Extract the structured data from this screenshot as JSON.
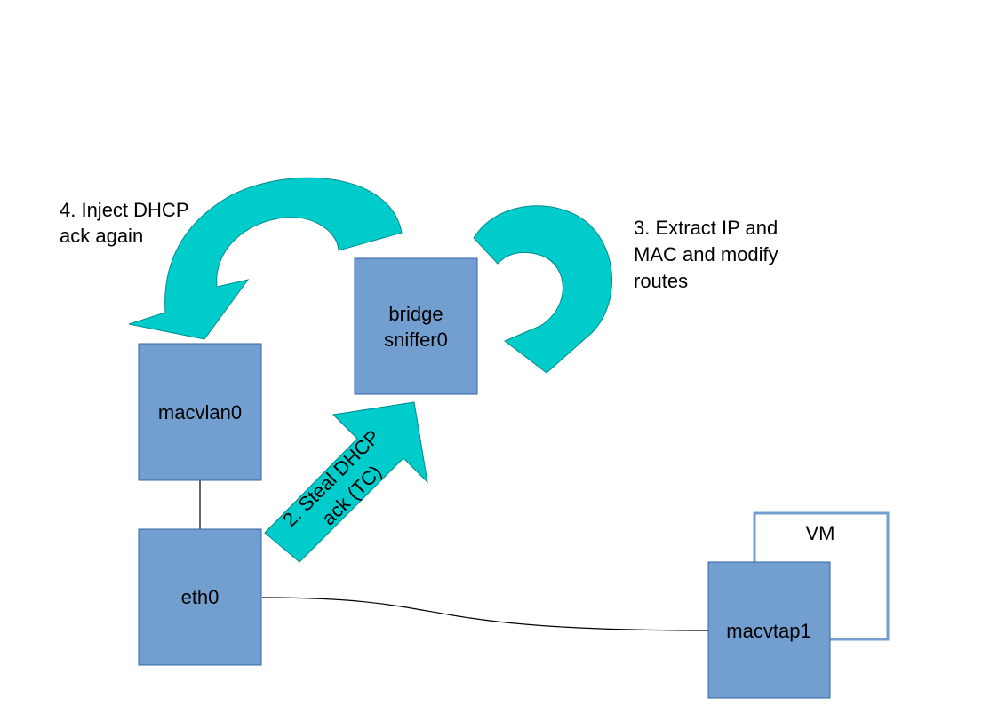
{
  "colors": {
    "box_fill": "#729fcf",
    "box_stroke": "#3465a4",
    "arrow_fill": "#00cccc",
    "vm_stroke": "#729fcf",
    "line": "#000000"
  },
  "nodes": {
    "macvlan0": "macvlan0",
    "bridge_line1": "bridge",
    "bridge_line2": "sniffer0",
    "eth0": "eth0",
    "macvtap1": "macvtap1",
    "vm": "VM"
  },
  "steps": {
    "step2_line1": "2. Steal DHCP",
    "step2_line2": "ack (TC)",
    "step3_line1": "3. Extract IP and",
    "step3_line2": "MAC and modify",
    "step3_line3": "routes",
    "step4_line1": "4. Inject DHCP",
    "step4_line2": "ack again"
  }
}
